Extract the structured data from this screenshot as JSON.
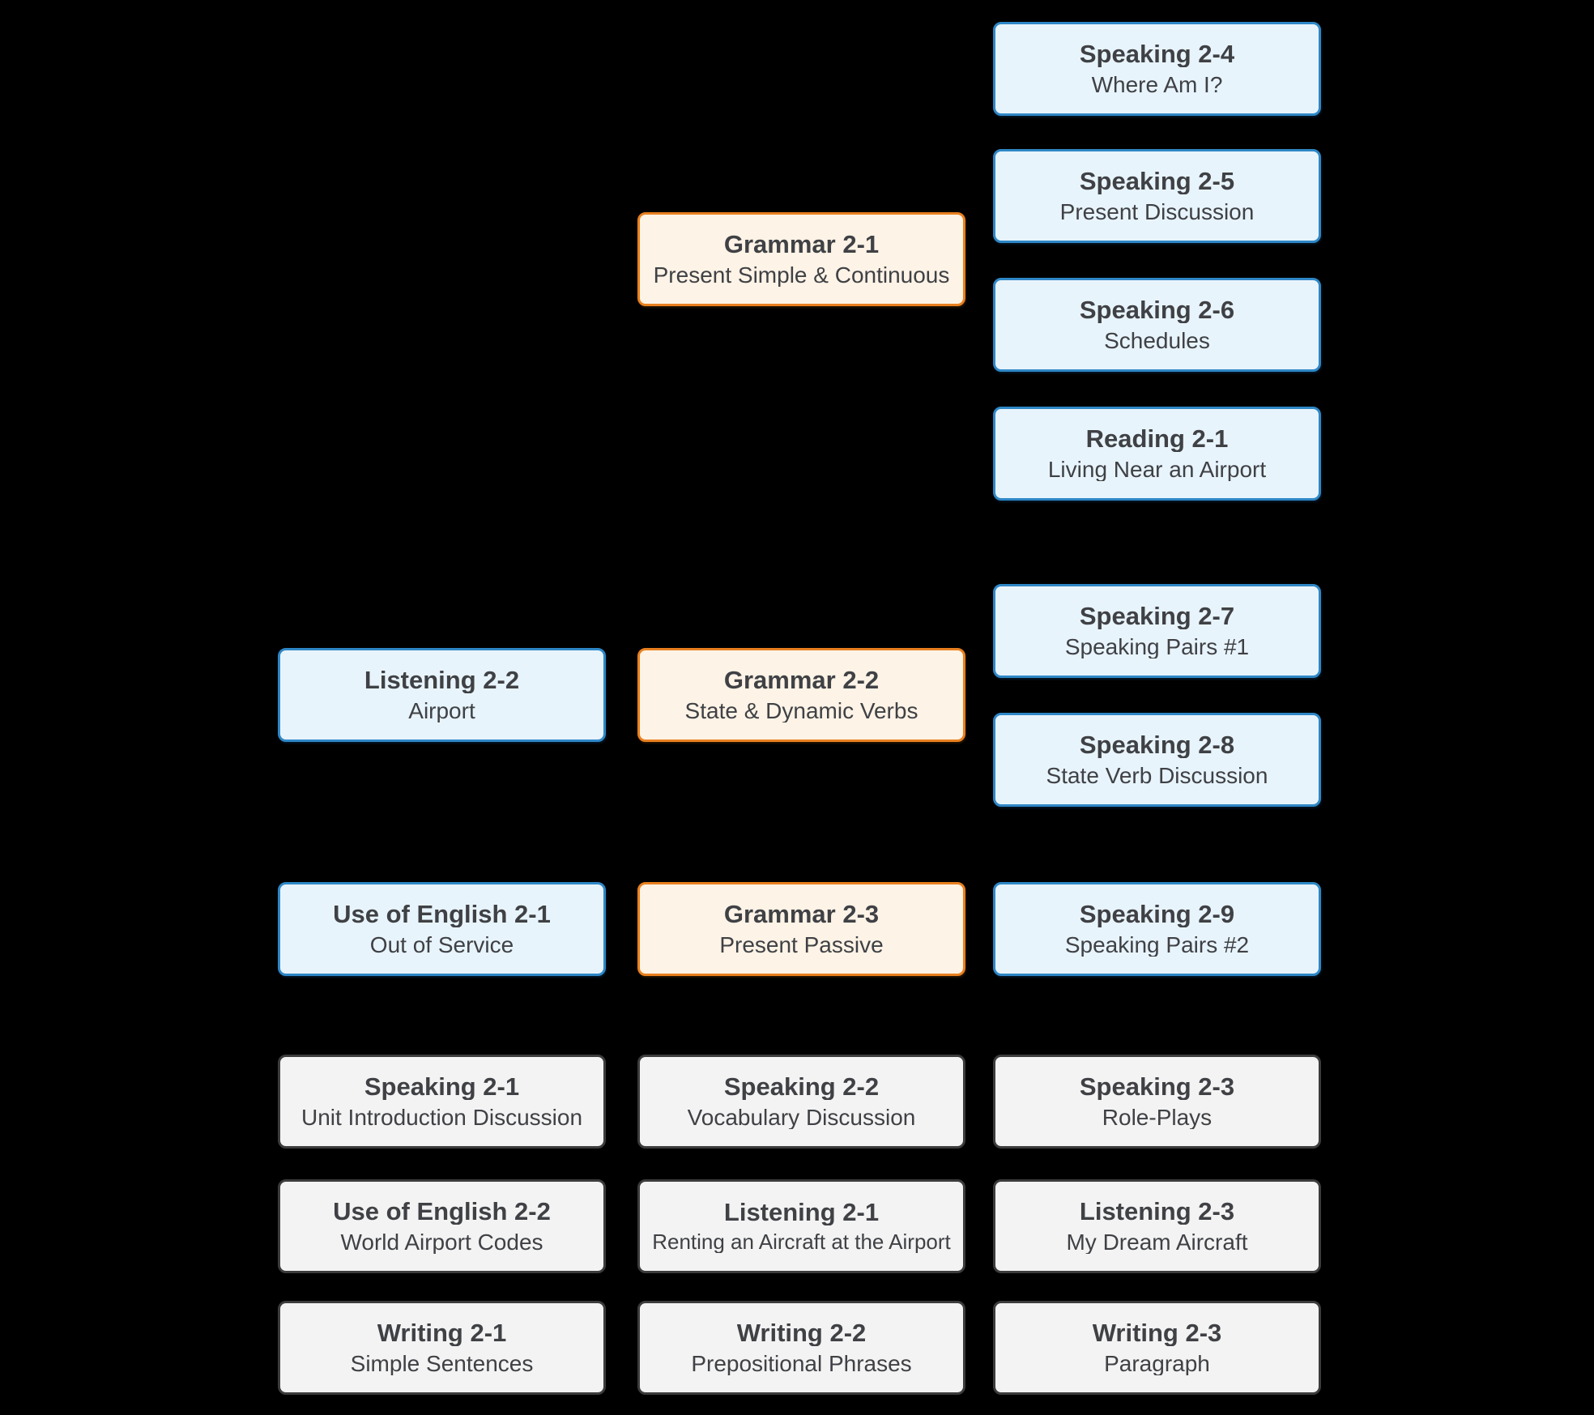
{
  "diagram": {
    "background_color": "#000000",
    "node_style_colors": {
      "blue": {
        "border": "#2e87c6",
        "fill": "#e8f4fc"
      },
      "orange": {
        "border": "#e9801f",
        "fill": "#fdf3e6"
      },
      "gray": {
        "border": "#3c3c3c",
        "fill": "#f3f3f3"
      },
      "text": "#3f4145"
    },
    "nodes": [
      {
        "title": "Speaking 2-4",
        "subtitle": "Where Am I?",
        "variant": "blue"
      },
      {
        "title": "Speaking 2-5",
        "subtitle": "Present Discussion",
        "variant": "blue"
      },
      {
        "title": "Grammar 2-1",
        "subtitle": "Present Simple & Continuous",
        "variant": "orange"
      },
      {
        "title": "Speaking 2-6",
        "subtitle": "Schedules",
        "variant": "blue"
      },
      {
        "title": "Reading 2-1",
        "subtitle": "Living Near an Airport",
        "variant": "blue"
      },
      {
        "title": "Speaking 2-7",
        "subtitle": "Speaking Pairs #1",
        "variant": "blue"
      },
      {
        "title": "Listening 2-2",
        "subtitle": "Airport",
        "variant": "blue"
      },
      {
        "title": "Grammar 2-2",
        "subtitle": "State & Dynamic Verbs",
        "variant": "orange"
      },
      {
        "title": "Speaking 2-8",
        "subtitle": "State Verb Discussion",
        "variant": "blue"
      },
      {
        "title": "Use of English 2-1",
        "subtitle": "Out of Service",
        "variant": "blue"
      },
      {
        "title": "Grammar 2-3",
        "subtitle": "Present Passive",
        "variant": "orange"
      },
      {
        "title": "Speaking 2-9",
        "subtitle": "Speaking Pairs #2",
        "variant": "blue"
      },
      {
        "title": "Speaking 2-1",
        "subtitle": "Unit Introduction Discussion",
        "variant": "gray"
      },
      {
        "title": "Speaking 2-2",
        "subtitle": "Vocabulary Discussion",
        "variant": "gray"
      },
      {
        "title": "Speaking 2-3",
        "subtitle": "Role-Plays",
        "variant": "gray"
      },
      {
        "title": "Use of English 2-2",
        "subtitle": "World Airport Codes",
        "variant": "gray"
      },
      {
        "title": "Listening 2-1",
        "subtitle": "Renting an Aircraft at the Airport",
        "variant": "gray"
      },
      {
        "title": "Listening 2-3",
        "subtitle": "My Dream Aircraft",
        "variant": "gray"
      },
      {
        "title": "Writing 2-1",
        "subtitle": "Simple Sentences",
        "variant": "gray"
      },
      {
        "title": "Writing 2-2",
        "subtitle": "Prepositional Phrases",
        "variant": "gray"
      },
      {
        "title": "Writing 2-3",
        "subtitle": "Paragraph",
        "variant": "gray"
      }
    ]
  }
}
